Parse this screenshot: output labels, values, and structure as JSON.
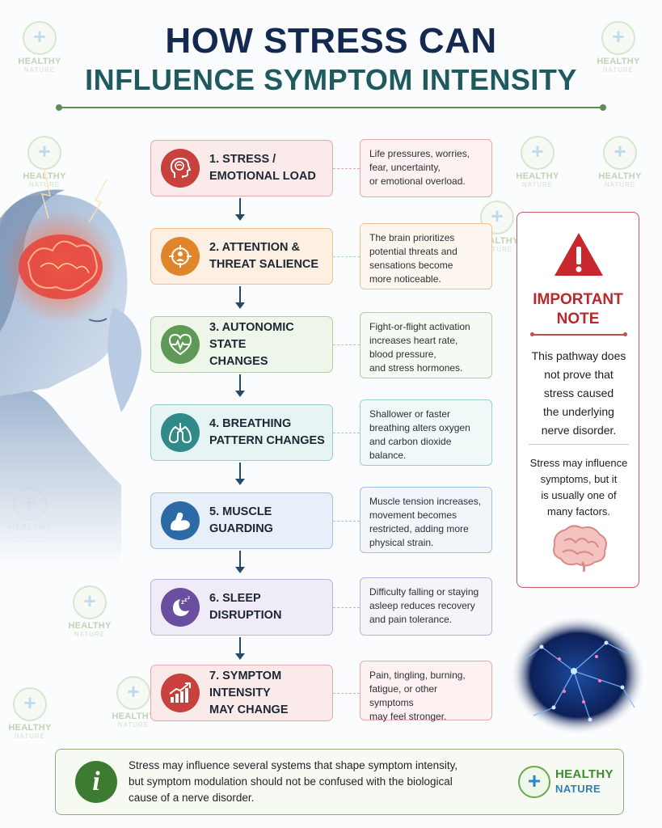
{
  "title": {
    "line1": "HOW STRESS CAN",
    "line2": "INFLUENCE SYMPTOM INTENSITY"
  },
  "watermark": {
    "name": "HEALTHY",
    "sub": "NATURE"
  },
  "steps": [
    {
      "label": "1. STRESS /\nEMOTIONAL LOAD",
      "icon": "head-brain-icon",
      "description": "Life pressures, worries,\nfear, uncertainty,\nor emotional overload.",
      "color": "#c8413d"
    },
    {
      "label": "2. ATTENTION &\nTHREAT SALIENCE",
      "icon": "target-person-icon",
      "description": "The brain prioritizes\npotential threats and\nsensations become\nmore noticeable.",
      "color": "#e0862a"
    },
    {
      "label": "3. AUTONOMIC STATE\nCHANGES",
      "icon": "heartbeat-icon",
      "description": "Fight-or-flight activation\nincreases heart rate,\nblood pressure,\nand stress hormones.",
      "color": "#5e9a55"
    },
    {
      "label": "4. BREATHING\nPATTERN CHANGES",
      "icon": "lungs-icon",
      "description": "Shallower or faster\nbreathing alters oxygen\nand carbon dioxide\nbalance.",
      "color": "#2f8a88"
    },
    {
      "label": "5. MUSCLE\nGUARDING",
      "icon": "muscle-arm-icon",
      "description": "Muscle tension increases,\nmovement becomes\nrestricted, adding more\nphysical strain.",
      "color": "#2d6aa5"
    },
    {
      "label": "6. SLEEP\nDISRUPTION",
      "icon": "moon-zzz-icon",
      "description": "Difficulty falling or staying\nasleep reduces recovery\nand pain tolerance.",
      "color": "#6a4fa0"
    },
    {
      "label": "7. SYMPTOM INTENSITY\nMAY CHANGE",
      "icon": "rising-chart-icon",
      "description": "Pain, tingling, burning,\nfatigue, or other symptoms\nmay feel stronger.",
      "color": "#c8413d"
    }
  ],
  "note": {
    "title": "IMPORTANT\nNOTE",
    "paragraph1": "This pathway does\nnot prove that\nstress caused\nthe underlying\nnerve disorder.",
    "paragraph2": "Stress may influence\nsymptoms, but it\nis usually one of\nmany factors."
  },
  "footer": {
    "text": "Stress may influence several systems that shape symptom intensity,\nbut symptom modulation should not be confused with the biological\ncause of a nerve disorder.",
    "brand_name": "HEALTHY",
    "brand_sub": "NATURE"
  }
}
